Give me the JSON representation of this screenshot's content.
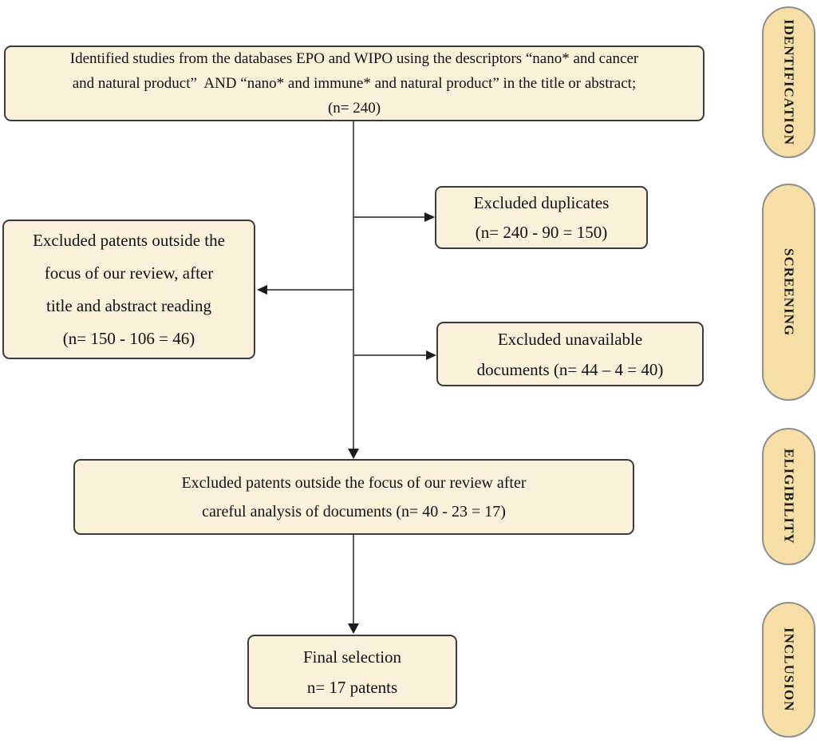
{
  "colors": {
    "box_fill": "#faf1db",
    "box_border": "#3b3b3b",
    "pill_fill": "#f6dfa7",
    "pill_border": "#8f8f8f",
    "connector_line": "#5a5a5a",
    "arrowhead": "#1c1c1c",
    "text": "#111111"
  },
  "flowchart": {
    "identified": {
      "lines": [
        "Identified studies from the databases EPO and WIPO using the descriptors “nano* and cancer",
        "and natural product”  AND “nano* and immune* and natural product” in the title or abstract;",
        "(n= 240)"
      ]
    },
    "excluded_duplicates": {
      "lines": [
        "Excluded duplicates",
        "(n= 240 - 90 = 150)"
      ]
    },
    "excluded_title_abstract": {
      "lines": [
        "Excluded patents outside the",
        "focus of our review, after",
        "title and abstract reading",
        "(n= 150 - 106 = 46)"
      ]
    },
    "excluded_unavailable": {
      "lines": [
        "Excluded unavailable",
        "documents (n= 44 – 4 = 40)"
      ]
    },
    "excluded_careful_analysis": {
      "lines": [
        "Excluded patents outside the focus of our review after",
        "careful analysis of documents (n= 40 - 23 = 17)"
      ]
    },
    "final_selection": {
      "lines": [
        "Final selection",
        "n= 17 patents"
      ]
    }
  },
  "stages": [
    {
      "label": "IDENTIFICATION"
    },
    {
      "label": "SCREENING"
    },
    {
      "label": "ELIGIBILITY"
    },
    {
      "label": "INCLUSION"
    }
  ]
}
